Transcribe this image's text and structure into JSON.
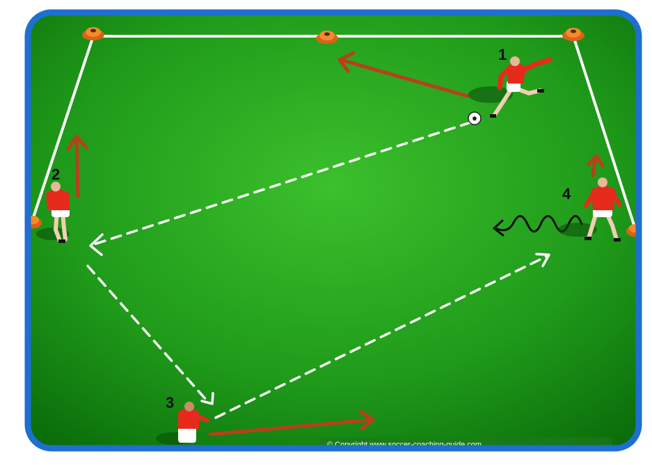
{
  "diagram": {
    "players": [
      {
        "number": "1",
        "role": "passer"
      },
      {
        "number": "2",
        "role": "receiver"
      },
      {
        "number": "3",
        "role": "receiver"
      },
      {
        "number": "4",
        "role": "receiver"
      }
    ],
    "copyright": "© Copyright www.soccer-coaching-guide.com",
    "colors": {
      "border": "#1e6fd0",
      "pitch_dark": "#0d7a0d",
      "pitch_light": "#34b82a",
      "jersey": "#e62a1c",
      "run_arrow": "#b8401a",
      "cone": "#f07a1a",
      "pass_line": "#ffffff",
      "dribble": "#111111"
    },
    "icons": [
      "cone-icon",
      "soccer-ball-icon",
      "player-icon"
    ]
  }
}
